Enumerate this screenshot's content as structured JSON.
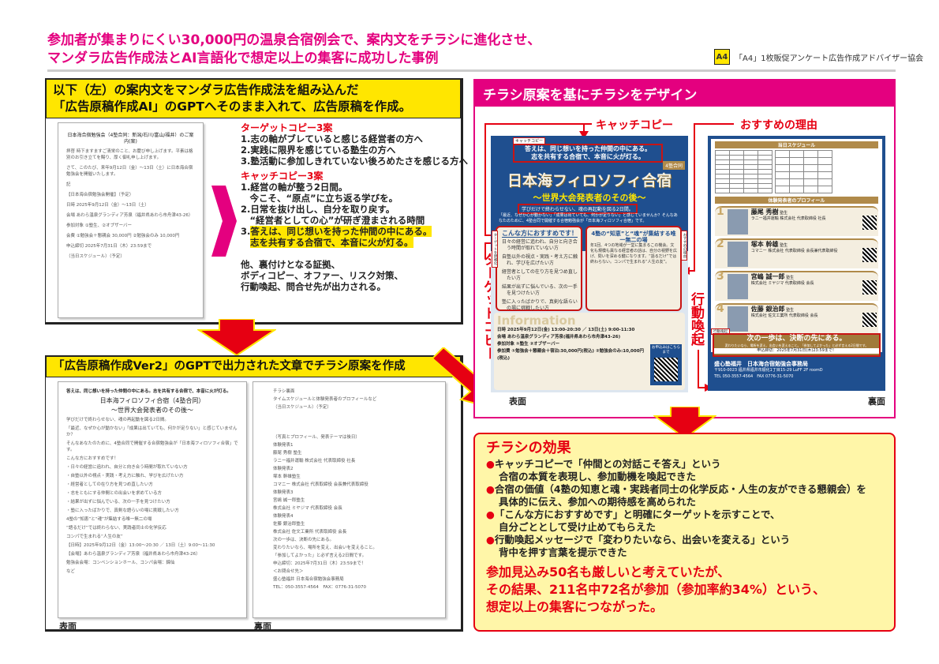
{
  "header": {
    "title_lines": [
      "参加者が集まりにくい30,000円の温泉合宿例会で、案内文をチラシに進化させ、",
      "マンダラ広告作成法とAI言語化で想定以上の集客に成功した事例"
    ],
    "logo_mark": "A4",
    "org": "「A4」1枚販促アンケート広告作成アドバイザー協会"
  },
  "step1": {
    "heading_lines": [
      "以下（左）の案内文をマンダラ広告作成法を組み込んだ",
      "「広告原稿作成AI」のGPTへそのまま入れて、広告原稿を作成。"
    ],
    "doc": {
      "title": "日本海合宿勉強会（4塾合同：新潟/石川/富山/福井）のご案内(案)",
      "body": [
        "拝啓 時下ますますご清栄のこと、お慶び申し上げます。平素は格別のお引き立てを賜り、厚く御礼申し上げます。",
        "さて、このたび、来年9月12日（金）〜13日（土）に日本海合宿勉強会を開催いたします。",
        "記",
        "【日本海合宿勉強会開催】（予定）",
        "日時 2025年9月12日（金）〜13日（土）",
        "会場 あわら温泉グランディア芳泉（福井県あわら市舟津43-26）",
        "参加対象 ①塾生、②オブザーバー",
        "会費 ①勉強会＋懇親会 30,000円 ②勉強会のみ 10,000円",
        "申込締切 2025年7月31日（木）23:59まで",
        "（当日スケジュール）（予定）"
      ]
    },
    "target_heading": "ターゲットコピー3案",
    "targets": [
      "1.志の軸がブレていると感じる経営者の方へ",
      "2.実践に限界を感じている塾生の方へ",
      "3.塾活動に参加しきれていない後ろめたさを感じる方へ"
    ],
    "catch_heading": "キャッチコピー3案",
    "catches": [
      "1.経営の軸が整う2日間。",
      "　今こそ、“原点”に立ち返る学びを。",
      "2.日常を抜け出し、自分を取り戻す。",
      "　“経営者としての心”が研ぎ澄まされる時間"
    ],
    "catch3_num": "3.",
    "catch3": [
      "答えは、同じ想いを持った仲間の中にある。",
      "志を共有する合宿で、本音に火が灯る。"
    ],
    "other": [
      "他、裏付けとなる証拠、",
      "ボディコピー、オファー、リスク対策、",
      "行動喚起、問合せ先が出力される。"
    ]
  },
  "step2": {
    "heading": "「広告原稿作成Ver2」のGPTで出力された文章でチラシ原案を作成",
    "front": {
      "lead": "答えは、同じ想いを持った仲間の中にある。志を共有する合宿で、本音に火が灯る。",
      "title": "日本海フィロソフィ合宿（4塾合同）",
      "subtitle": "〜世界大会発表者のその後〜",
      "body": [
        "学びだけで終わらせない、魂の再起動を図る2日間。",
        "「最近、なぜか心が動かない」「成果は出ていても、何かが足りない」と感じていませんか？",
        "そんなあなたのために、4塾合同で開催する合宿勉強会が「日本海フィロソフィ合宿」です。",
        "こんな方におすすめです！",
        "・日々の経営に追われ、自分と向き合う時間が取れていない方",
        "・自塾以外の視点・実践・考え方に触れ、学びを広げたい方",
        "・経営者としての在り方を見つめ直したい方",
        "・志をともにする仲間との出会いを求めている方",
        "・結果が出ずに悩んでいる、次の一手を見つけたい方",
        "・塾に入ったばかりで、真剣な語らいの場に挑戦したい方",
        "4塾の“知恵”と“魂”が集結する唯一無二の場",
        "“語るだけ”では終わらない、実践者同士の化学反応",
        "コンパで生まれる“人生の友”",
        "【日時】2025年9月12日（金）13:00〜20:30 ／ 13日（土）9:00〜11:30",
        "【会場】あわら温泉グランディア芳泉（福井県あわら市舟津43-26）",
        "勉強会会場：コンベンションホール、コンパ会場：錦仙",
        "など"
      ],
      "label": "表面"
    },
    "back": {
      "body": [
        "チラシ裏面",
        "タイムスケジュールと体験発表者のプロフィールなど",
        "（当日スケジュール）（予定）",
        "（写真とプロフィール、発表テーマは後日）",
        "体験発表1",
        "藤尾 秀樹 塾生",
        "ラニー福井運輸 株式会社 代表取締役 社長",
        "体験発表2",
        "塚本 幹雄塾生",
        "コマニー 株式会社 代表取締役 会長兼代表取締役",
        "体験発表3",
        "宮嶋 誠一郎塾生",
        "株式会社 ミヤジマ 代表取締役 会長",
        "体験発表4",
        "佐藤 銀治郎塾生",
        "株式会社 佐文工業所 代表取締役 会長",
        "次の一歩は、決断の先にある。",
        "変わりたいなら、場所を変え、出会いを変えること。",
        "「参加してよかった」と必ず言える2日間です。",
        "申込締切：2025年7月31日（木）23:59まで！",
        "＜お問合せ先＞",
        "盛心塾福井 日本海合宿勉強会事務局",
        "TEL：050-3557-4564　FAX：0776-31-5070"
      ],
      "label": "裏面"
    }
  },
  "step3": {
    "heading": "チラシ原案を基にチラシをデザイン",
    "label_catch": "キャッチコピー",
    "label_reason": "おすすめの理由",
    "label_target": "ターゲットコピー",
    "label_action": "行動喚起",
    "front": {
      "tag_catch": "キャッチコピー",
      "catch": [
        "答えは、同じ想いを持った仲間の中にある。",
        "志を共有する合宿で、本音に火が灯る。"
      ],
      "badge": "4塾合同",
      "title": "日本海フィロソフィ合宿",
      "subtitle": "〜世界大会発表者のその後〜",
      "sub_catch": "学びだけで終わらせない、魂の再起動を図る2日間。",
      "intro": "「最近、なぜか心が動かない」「成果は出ていても、何かが足りない」と感じていませんか？そんなあなたのために、4塾合同で開催する合宿勉強会が「日本海フィロソフィ合宿」です。",
      "tag_target": "ターゲットを明確化",
      "rec_title": "こんな方におすすめです！",
      "rec_items": [
        "日々の経営に追われ、自分と向き合う時間が取れていない方",
        "自塾以外の視点・実践・考え方に触れ、学びを広げたい方",
        "経営者としての在り方を見つめ直したい方",
        "結果が出ずに悩んでいる、次の一手を見つけたい方",
        "塾に入ったばかりで、真剣な語らいの場に挑戦したい方"
      ],
      "tag_reason": "おすすめの理由",
      "reason_title": "4塾の“知恵”と“魂”が集結する唯一無二の場",
      "reason_body": "年1回、4つの地域が一堂に集まるこの機会。文化も規模も異なる経営者の話は、自分の視野を広げ、問いを深める鍵になります。“語るだけ”では終わらない。コンパで生まれる“人生の友”。",
      "info_title": "Information",
      "info": [
        "日時 2025年9月12日(金) 13:00-20:30 ／ 13日(土) 9:00-11:30",
        "会場 あわら温泉グランディア芳泉(福井県あわら市舟津43-26)",
        "参加対象 ①塾生 ②オブザーバー",
        "参加費 ①勉強会＋懇親会＋宿泊:30,000円(税込) ②勉強会のみ:10,000円(税込)"
      ],
      "qr_label": "お申込みはこちらまで",
      "label": "表面"
    },
    "back": {
      "schedule_title": "当日スケジュール",
      "profile_title": "体験発表者のプロフィール",
      "speakers": [
        {
          "no": "1",
          "name": "藤尾 秀樹",
          "company": "ラニー福井運輸 株式会社 代表取締役 社長"
        },
        {
          "no": "2",
          "name": "塚本 幹雄",
          "company": "コマニー 株式会社 代表取締役 会長兼代表取締役"
        },
        {
          "no": "3",
          "name": "宮嶋 誠一郎",
          "company": "株式会社 ミヤジマ 代表取締役 会長"
        },
        {
          "no": "4",
          "name": "佐藤 銀治郎",
          "company": "株式会社 佐文工業所 代表取締役 会長"
        }
      ],
      "honorific": "塾生",
      "tag_action": "行動喚起",
      "action_main": "次の一歩は、決断の先にある。",
      "action_sub": "変わりたいなら、場所を変え、出会いを変えること。「参加してよかった」と必ず言える2日間です。",
      "deadline": "申込締切：2025年7月31日(木)23:59まで！",
      "office": "盛心塾福井　日本海合宿勉強会事務局",
      "address": "〒910-0023 福井県福井市順化1丁目15-29 LuFF 2F roomD",
      "contact": "TEL 050-3557-4564　FAX 0776-31-5070",
      "label": "裏面"
    }
  },
  "effect": {
    "heading": "チラシの効果",
    "points": [
      [
        "キャッチコピーで「仲間との対話こそ答え」という",
        "合宿の本質を表現し、参加動機を喚起できた"
      ],
      [
        "合宿の価値（4塾の知恵と魂・実践者同士の化学反応・人生の友ができる懇親会）を",
        "具体的に伝え、参加への期待感を高められた"
      ],
      [
        "「こんな方におすすめです」と明確にターゲットを示すことで、",
        "自分ごととして受け止めてもらえた"
      ],
      [
        "行動喚起メッセージで「変わりたいなら、出会いを変える」という",
        "背中を押す言葉を提示できた"
      ]
    ],
    "result": [
      "参加見込み50名も厳しいと考えていたが、",
      "その結果、211名中72名が参加（参加率約34%）という、",
      "想定以上の集客につながった。"
    ]
  },
  "colors": {
    "magenta": "#e4007f",
    "red": "#e60012",
    "yellow": "#ffe600",
    "navy": "#1f4f8f",
    "effect_bg": "#fff6a8"
  }
}
